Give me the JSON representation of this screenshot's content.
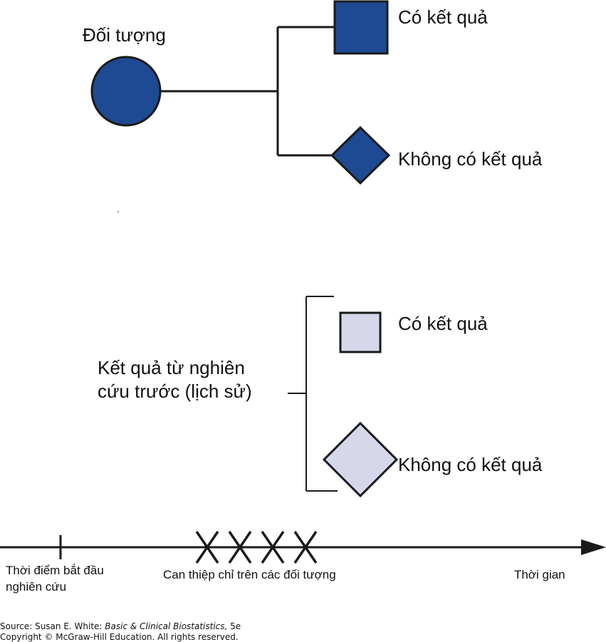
{
  "top": {
    "subject_label": "Đối tượng",
    "outcome_yes": "Có kết quả",
    "outcome_no": "Không có kết quả"
  },
  "bottom": {
    "history_line1": "Kết quả từ nghiên",
    "history_line2": "cứu trước (lịch sử)",
    "outcome_yes": "Có kết quả",
    "outcome_no": "Không có kết quả"
  },
  "timeline": {
    "start_line1": "Thời điểm bắt đầu",
    "start_line2": "nghiên cứu",
    "intervention": "Can thiệp chỉ trên các đối tượng",
    "time": "Thời gian"
  },
  "source": {
    "line1_prefix": "Source: Susan E. White: ",
    "line1_title": "Basic & Clinical Biostatistics,",
    "line1_suffix": " 5e",
    "line2": "Copyright © McGraw-Hill Education. All rights reserved."
  },
  "colors": {
    "dark_fill": "#1E4A93",
    "light_fill": "#D6D8EA",
    "stroke": "#1A1A1A"
  }
}
